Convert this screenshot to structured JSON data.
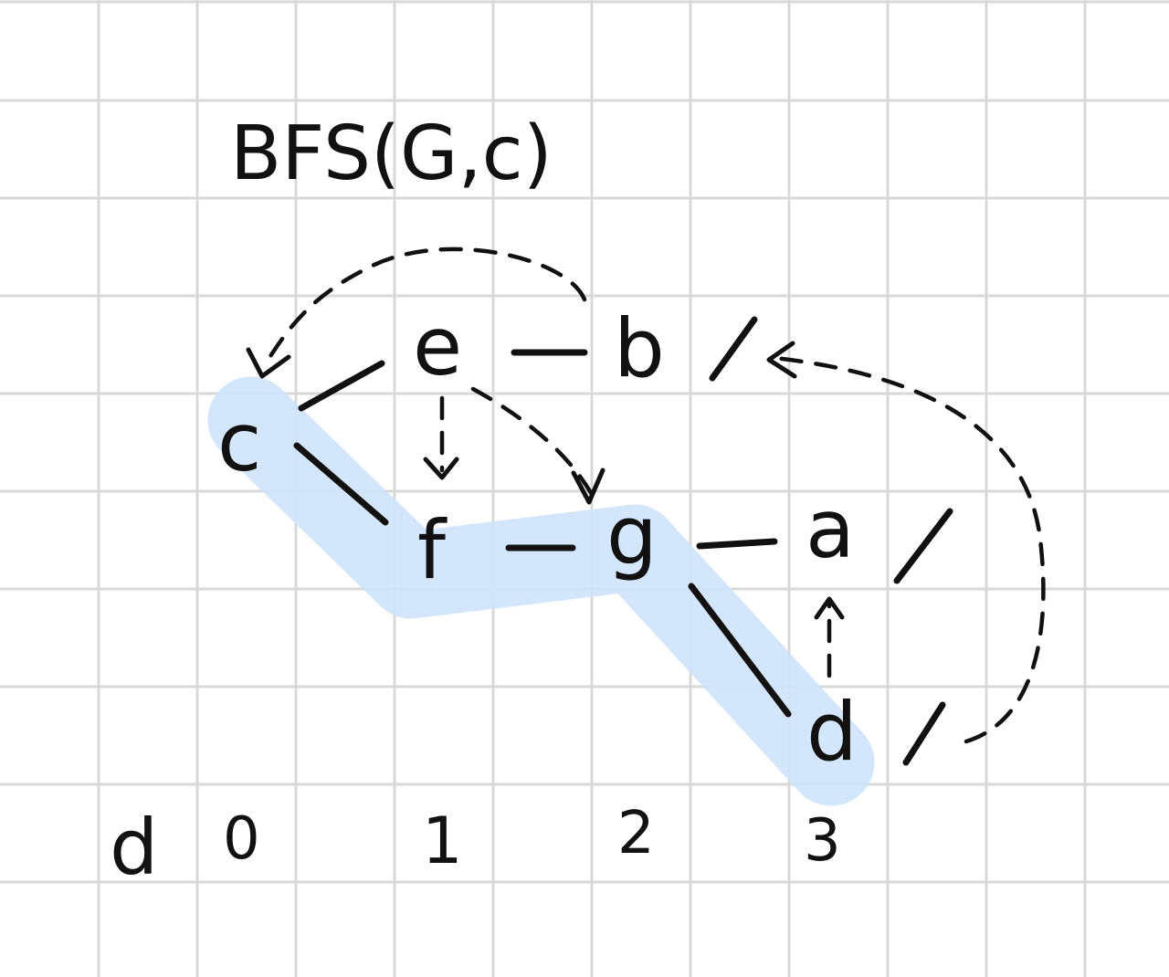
{
  "title": "BFS(G,c)",
  "colors": {
    "grid": "#d9d9d9",
    "ink": "#111111",
    "highlight": "#cfe3fb"
  },
  "nodes": {
    "c": "c",
    "e": "e",
    "b": "b",
    "f": "f",
    "g": "g",
    "a": "a",
    "d": "d"
  },
  "distance_row": {
    "label": "d",
    "values": [
      "0",
      "1",
      "2",
      "3"
    ]
  }
}
